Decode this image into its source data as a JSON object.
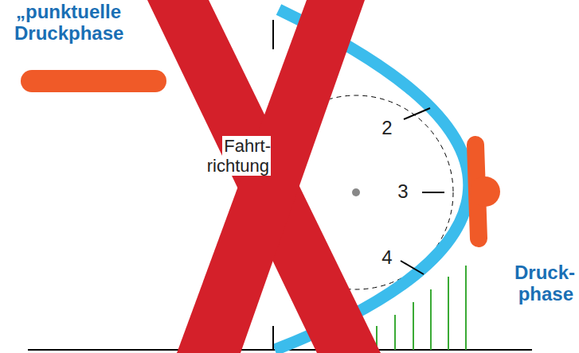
{
  "diagram": {
    "labels": [
      "„punktuelle Druckphase",
      "Fahrt- richtung",
      "2",
      "3",
      "4",
      "Druck- phase"
    ]
  }
}
